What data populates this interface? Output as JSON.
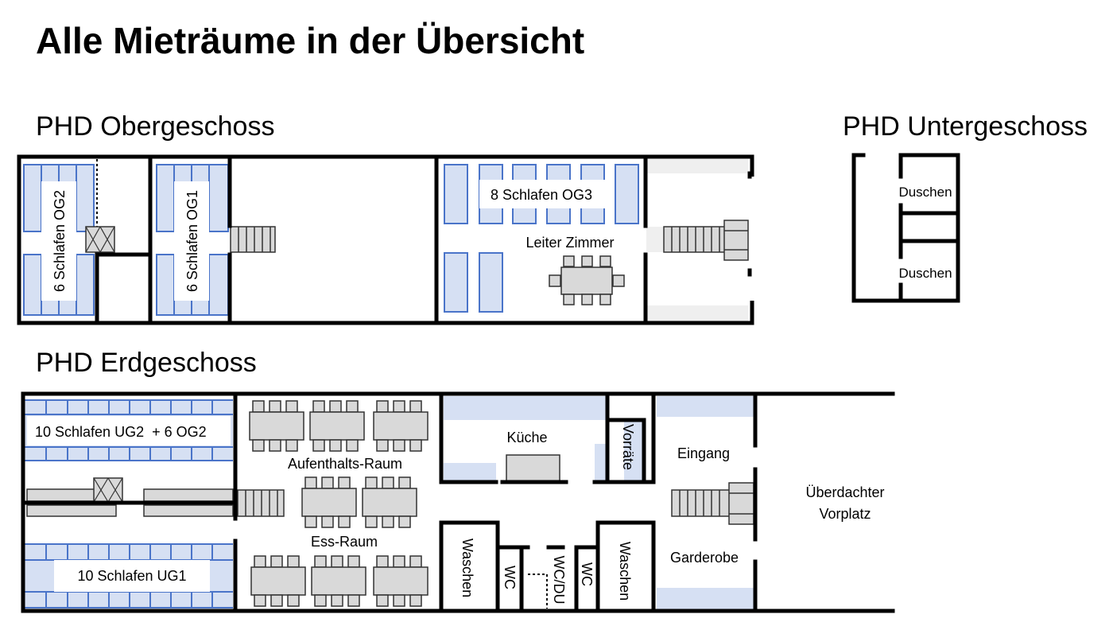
{
  "title": "Alle Mieträume in der Übersicht",
  "floors": {
    "og": "PHD Obergeschoss",
    "ug": "PHD Untergeschoss",
    "eg": "PHD Erdgeschoss"
  },
  "rooms": {
    "og2": "6 Schlafen OG2",
    "og1": "6 Schlafen OG1",
    "og3": "8 Schlafen OG3",
    "leiter": "Leiter Zimmer",
    "duschen_1": "Duschen",
    "duschen_2": "Duschen",
    "ug2": "10 Schlafen UG2  + 6 OG2",
    "ug1": "10 Schlafen UG1",
    "aufenthalt": "Aufenthalts-Raum",
    "ess": "Ess-Raum",
    "kueche": "Küche",
    "vorraete": "Vorräte",
    "eingang": "Eingang",
    "garderobe": "Garderobe",
    "vorplatz_1": "Überdachter",
    "vorplatz_2": "Vorplatz",
    "waschen_1": "Waschen",
    "waschen_2": "Waschen",
    "wc_1": "WC",
    "wc_2": "WC",
    "wcdu": "WC/DU"
  },
  "colors": {
    "bed_fill": "#d6e0f3",
    "bed_stroke": "#4a74c9",
    "furniture": "#d9d9d9",
    "wall": "#000000"
  }
}
